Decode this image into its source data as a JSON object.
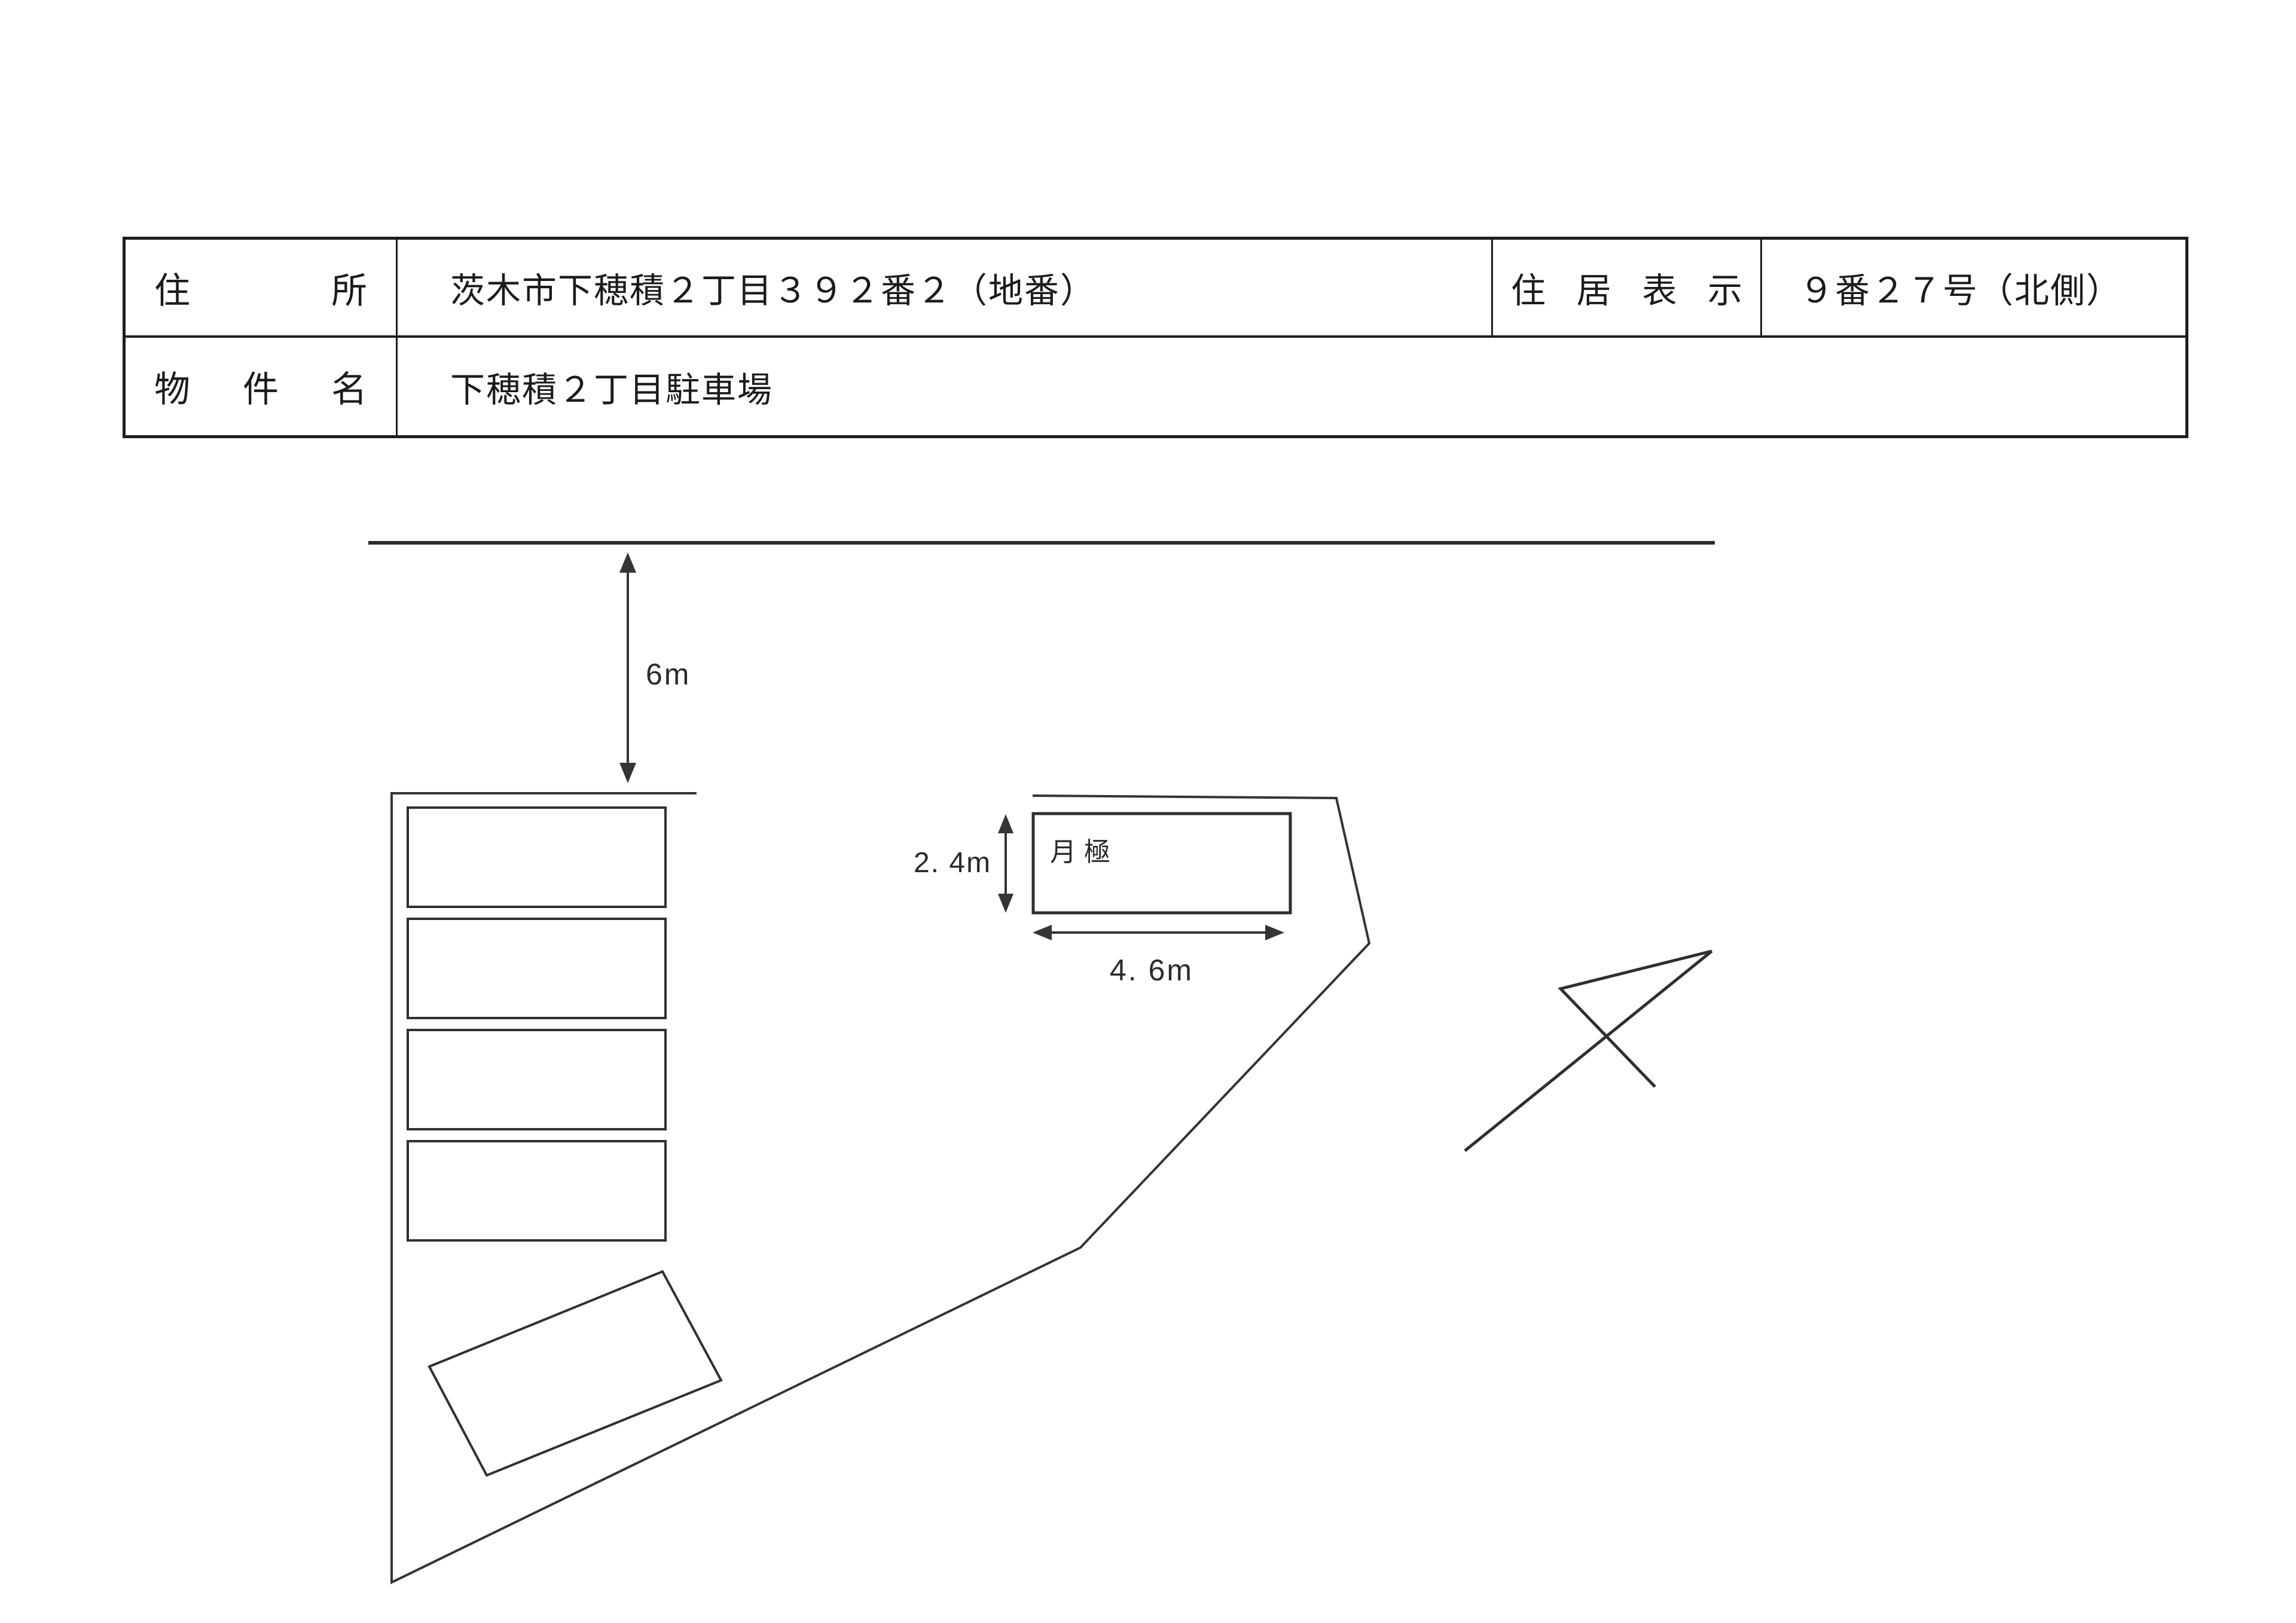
{
  "document": {
    "kind": "parking-lot site plan (scanned)",
    "paper_color": "#ffffff",
    "ink_color": "#2e2e2e",
    "table": {
      "address_label": "住所",
      "address_value": "茨木市下穂積２丁目３９２番２（地番）",
      "residence_indication_label": "住居表示",
      "residence_indication_value": "９番２７号（北側）",
      "property_name_label": "物件名",
      "property_name_value": "下穂積２丁目駐車場"
    },
    "plan": {
      "road_width": "6m",
      "stall_depth": "2. 4m",
      "stall_width": "4. 6m",
      "stall_type": "月極",
      "parking_space_count_left_column": 4,
      "angled_space_count": 1,
      "north_arrow": "hand-drawn arrow pointing upper-right"
    }
  }
}
